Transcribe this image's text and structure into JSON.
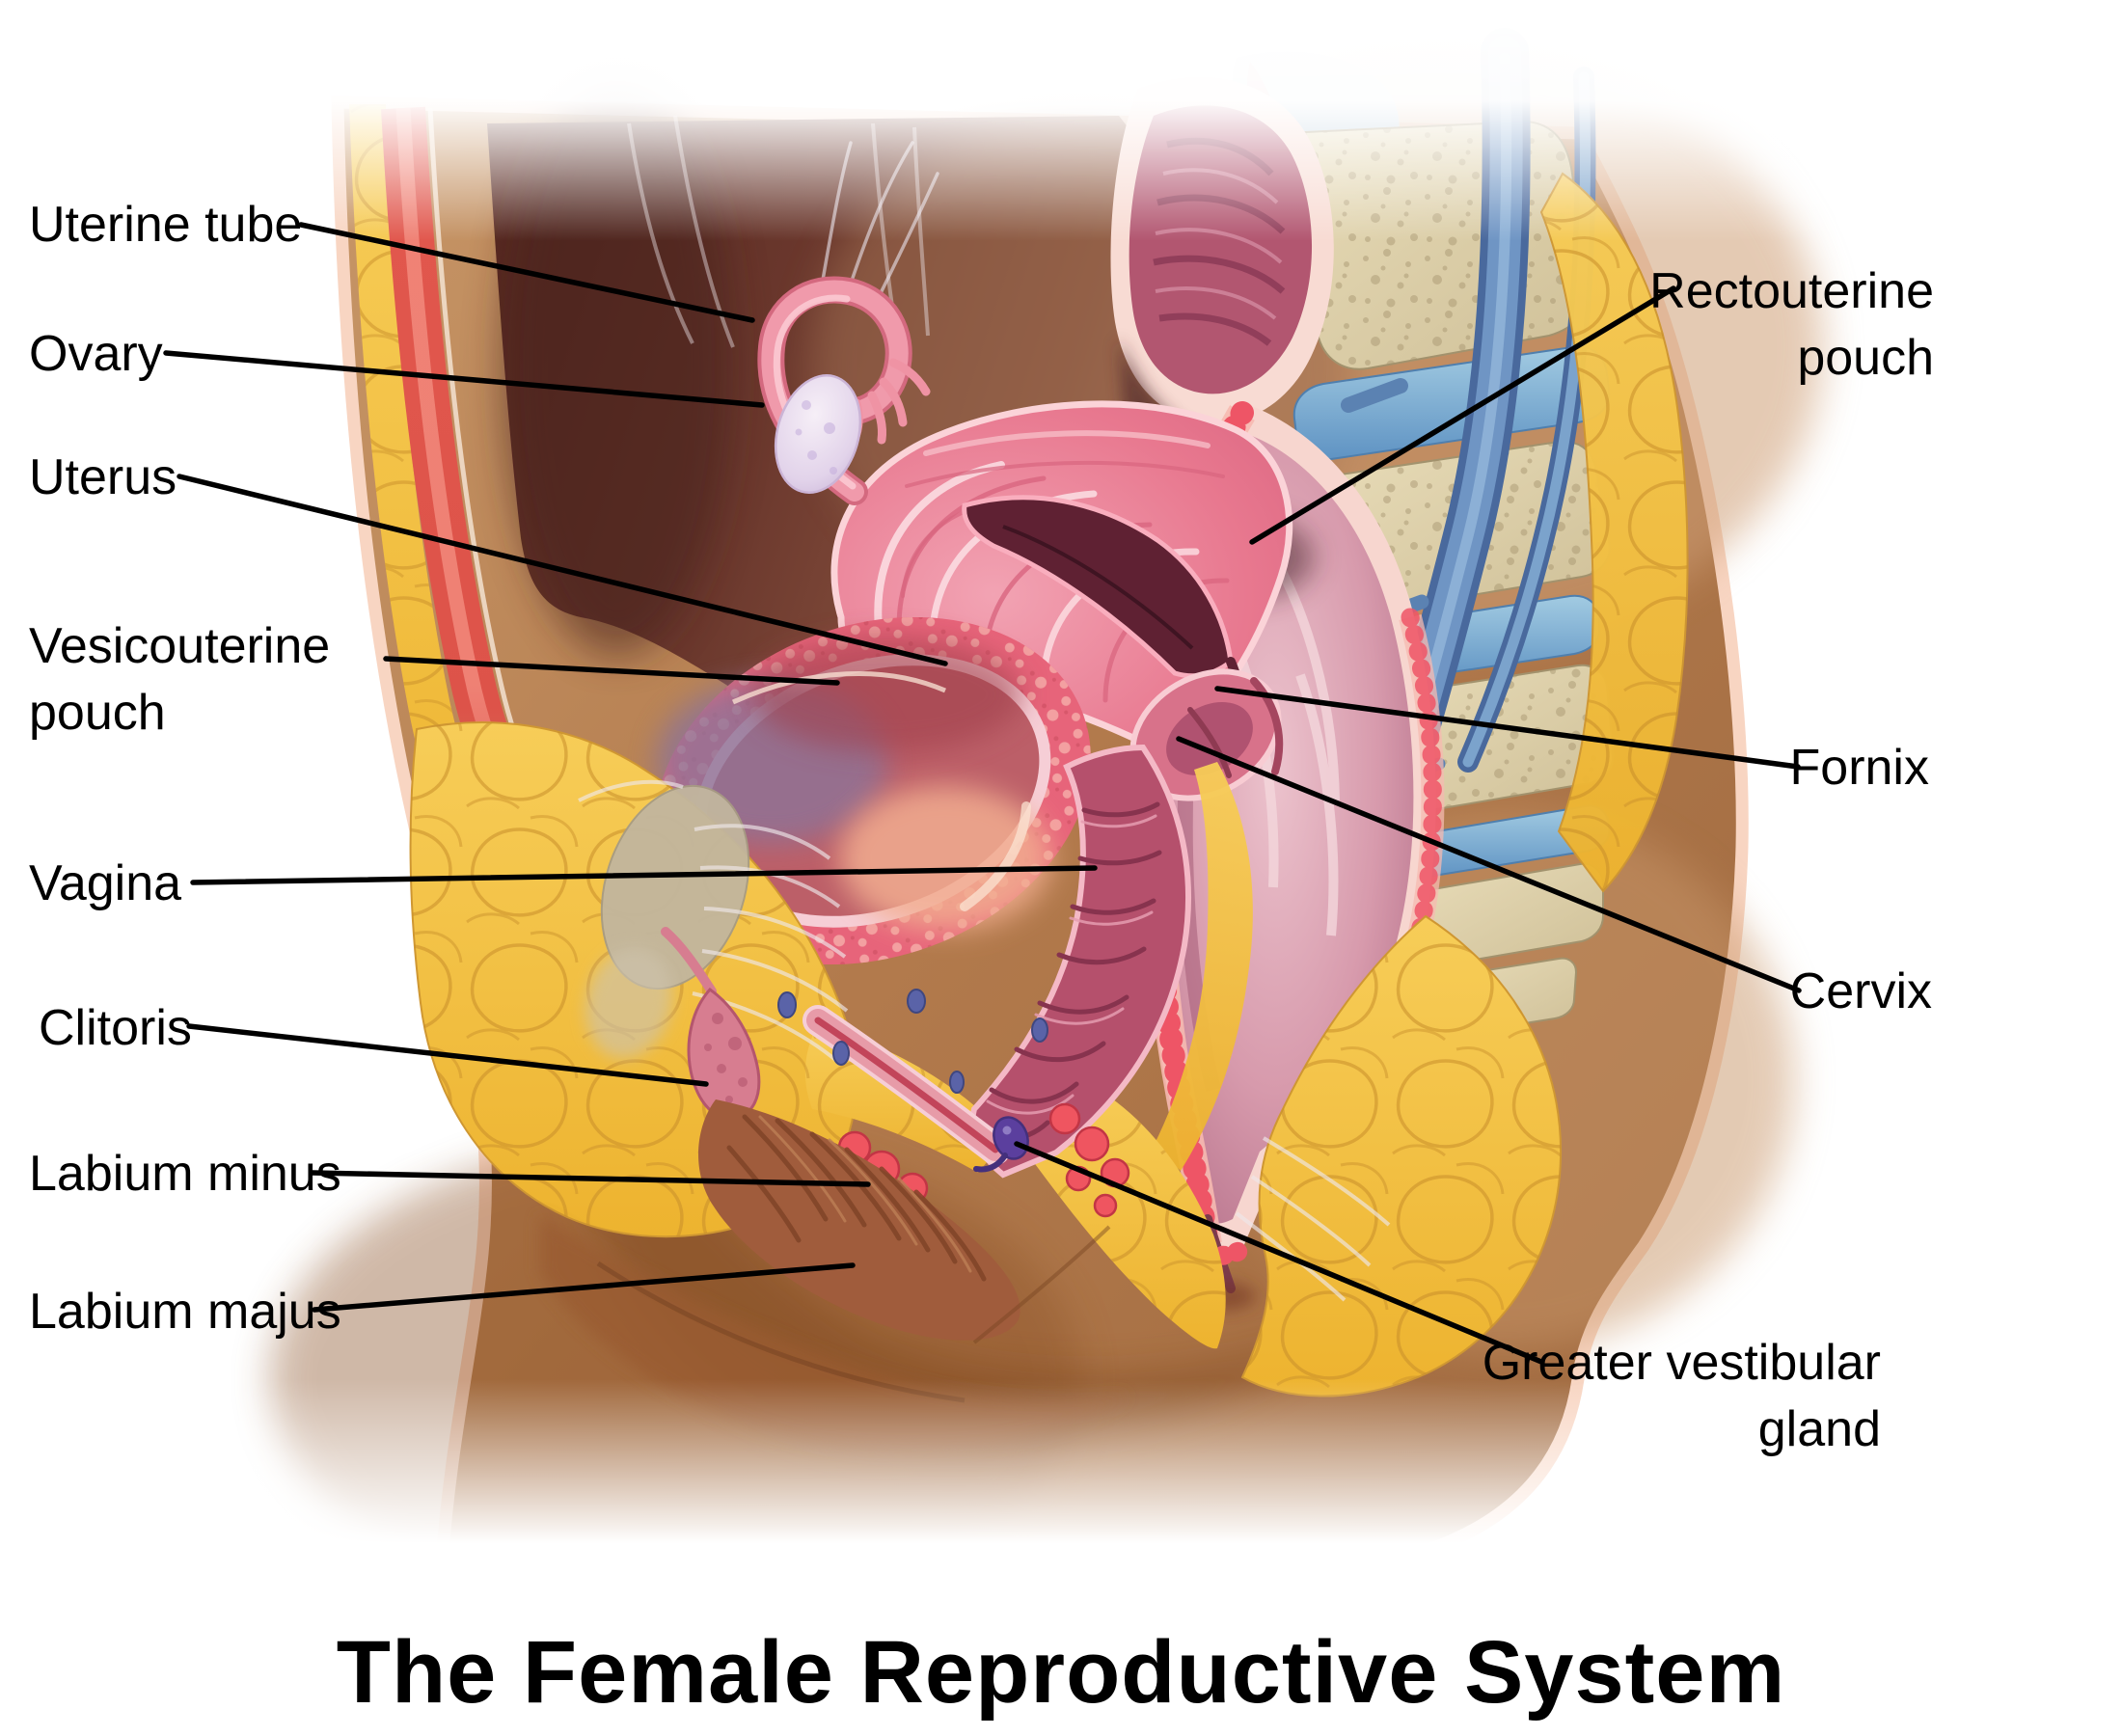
{
  "title": "The Female Reproductive System",
  "labels": {
    "uterine_tube": "Uterine tube",
    "ovary": "Ovary",
    "uterus": "Uterus",
    "vesicouterine_pouch": "Vesicouterine pouch",
    "vagina": "Vagina",
    "clitoris": "Clitoris",
    "labium_minus": "Labium minus",
    "labium_majus": "Labium majus",
    "rectouterine_pouch": "Rectouterine pouch",
    "fornix": "Fornix",
    "cervix": "Cervix",
    "greater_vestibular_gland": "Greater vestibular gland"
  },
  "colors": {
    "background": "#ffffff",
    "text": "#000000",
    "leader_line": "#000000",
    "skin": "#b57c50",
    "skin_outline": "#f8d5c2",
    "fat_yellow": "#f4c23f",
    "muscle_red": "#e2584e",
    "organ_pink": "#e8718c",
    "organ_deep_pink": "#b5506c",
    "cavity_maroon": "#5f332c",
    "bone_beige": "#ded1ab",
    "disc_blue": "#7fb6d9",
    "vessel_blue": "#5b82b2",
    "gland_purple": "#5b3f9e"
  }
}
